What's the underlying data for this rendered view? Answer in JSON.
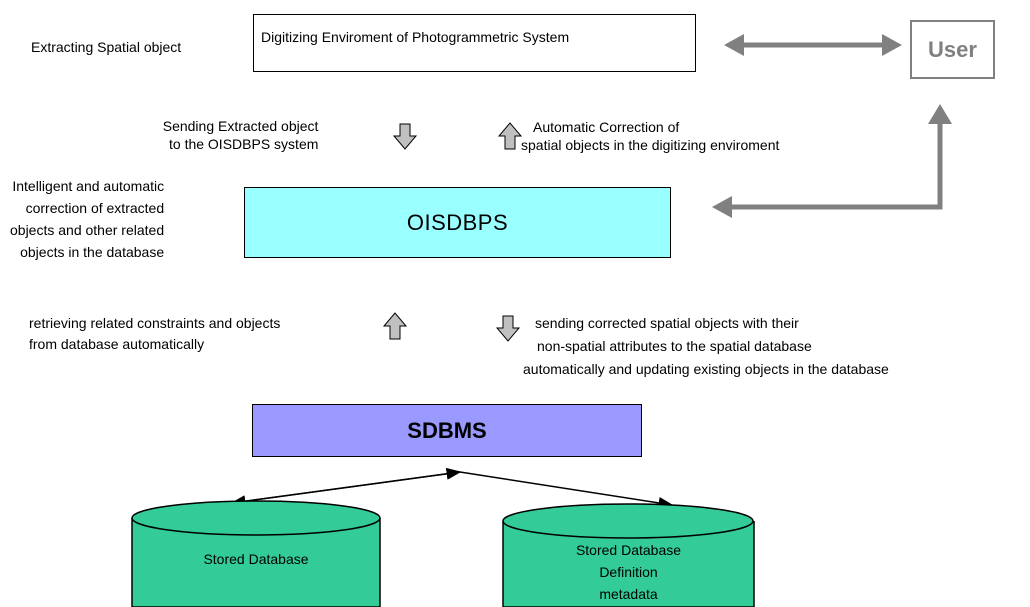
{
  "top": {
    "left_label": "Extracting Spatial object",
    "digitizing_box": "Digitizing Enviroment of Photogrammetric  System",
    "user_box": "User"
  },
  "mid_top": {
    "send_line1": "Sending Extracted object",
    "send_line2": "to the OISDBPS system",
    "auto_line1": "Automatic Correction of",
    "auto_line2": "spatial objects in the digitizing enviroment"
  },
  "oisdbps": {
    "title": "OISDBPS",
    "side_lines": [
      "Intelligent and automatic",
      "correction of extracted",
      "objects and other related",
      "objects in the database"
    ]
  },
  "mid_bottom": {
    "retrieve_line1": "retrieving related constraints and objects",
    "retrieve_line2": "from database automatically",
    "sending_line1": "sending corrected spatial objects with their",
    "sending_line2": "non-spatial attributes to the spatial database",
    "sending_line3": "automatically and updating existing objects in the database"
  },
  "sdbms": {
    "title": "SDBMS"
  },
  "databases": {
    "left": "Stored Database",
    "right_line1": "Stored Database",
    "right_line2": "Definition",
    "right_line3": "metadata"
  },
  "colors": {
    "oisdbps_fill": "#99FFFF",
    "sdbms_fill": "#9999FF",
    "db_fill": "#33CC99",
    "arrow_gray": "#808080"
  }
}
